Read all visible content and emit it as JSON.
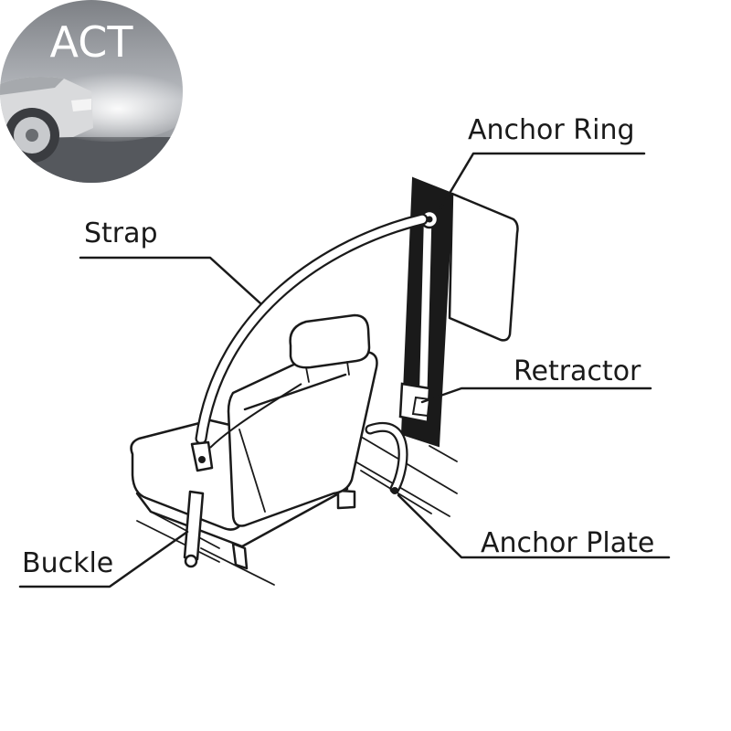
{
  "logo": {
    "text": "ACT"
  },
  "labels": {
    "anchor_ring": "Anchor Ring",
    "strap": "Strap",
    "retractor": "Retractor",
    "buckle": "Buckle",
    "anchor_plate": "Anchor Plate"
  },
  "colors": {
    "line": "#1a1a1a",
    "background": "#ffffff",
    "pillar": "#1a1a1a",
    "logo_bg": "#8a8d92"
  }
}
